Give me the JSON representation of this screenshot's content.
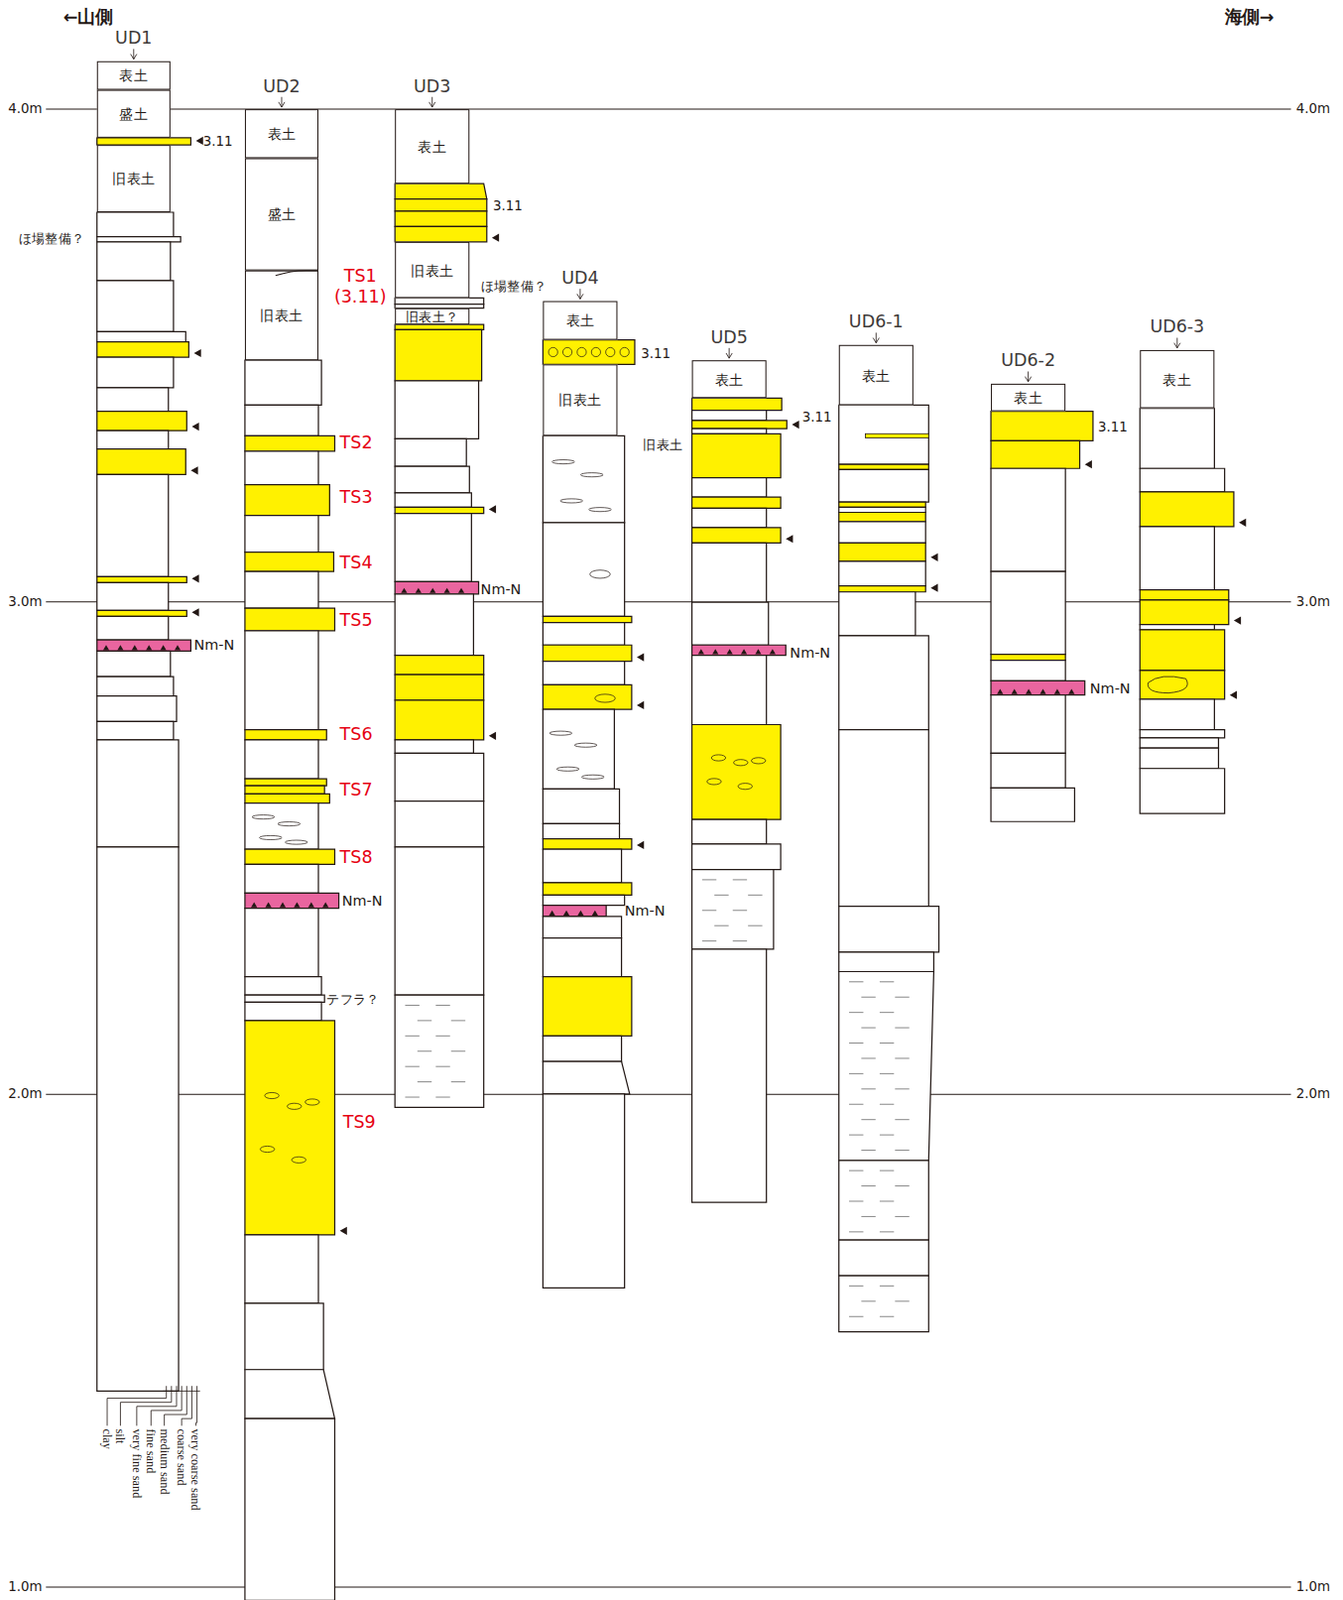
{
  "diagram": {
    "nodes": [
      {
        "text": [
          "UD1"
        ]
      },
      {
        "text": [
          "表土"
        ],
        "in": 0
      },
      {
        "text": [
          "盛土"
        ],
        "in": 0
      },
      {
        "text": [
          "旧表土"
        ],
        "in": 0
      },
      {
        "text": [
          "UD2"
        ]
      },
      {
        "text": [
          "表土"
        ],
        "in": 4
      },
      {
        "text": [
          "盛土"
        ],
        "in": 4
      },
      {
        "text": [
          "旧表土"
        ],
        "in": 4
      },
      {
        "text": [
          "UD3"
        ]
      },
      {
        "text": [
          "表土"
        ],
        "in": 8
      },
      {
        "text": [
          "旧表土"
        ],
        "in": 8
      },
      {
        "text": [
          "旧表土？"
        ],
        "in": 8
      },
      {
        "text": [
          "UD4"
        ]
      },
      {
        "text": [
          "表土"
        ],
        "in": 12
      },
      {
        "text": [
          "旧表土"
        ],
        "in": 12
      },
      {
        "text": [
          "UD5"
        ]
      },
      {
        "text": [
          "表土"
        ],
        "in": 15
      },
      {
        "text": [
          "UD6-1"
        ]
      },
      {
        "text": [
          "表土"
        ],
        "in": 17
      },
      {
        "text": [
          "UD6-2"
        ]
      },
      {
        "text": [
          "表土"
        ],
        "in": 19
      },
      {
        "text": [
          "UD6-3"
        ]
      },
      {
        "text": [
          "表土"
        ],
        "in": 21
      }
    ],
    "labels": [
      "←山側",
      "海側→",
      "4.0m",
      "4.0m",
      "3.0m",
      "3.0m",
      "2.0m",
      "2.0m",
      "1.0m",
      "1.0m",
      "3.11",
      "ほ場整備？",
      "Nm-N",
      "TS1 (3.11)",
      "TS2",
      "TS3",
      "TS4",
      "TS5",
      "TS6",
      "TS7",
      "TS8",
      "Nm-N",
      "テフラ？",
      "TS9",
      "3.11",
      "ほ場整備？",
      "Nm-N",
      "3.11",
      "Nm-N",
      "3.11",
      "旧表土",
      "Nm-N",
      "3.11",
      "Nm-N",
      "very coarse sand",
      "coarse sand",
      "medium sand",
      "fine sand",
      "very fine sand",
      "silt",
      "clay"
    ]
  }
}
